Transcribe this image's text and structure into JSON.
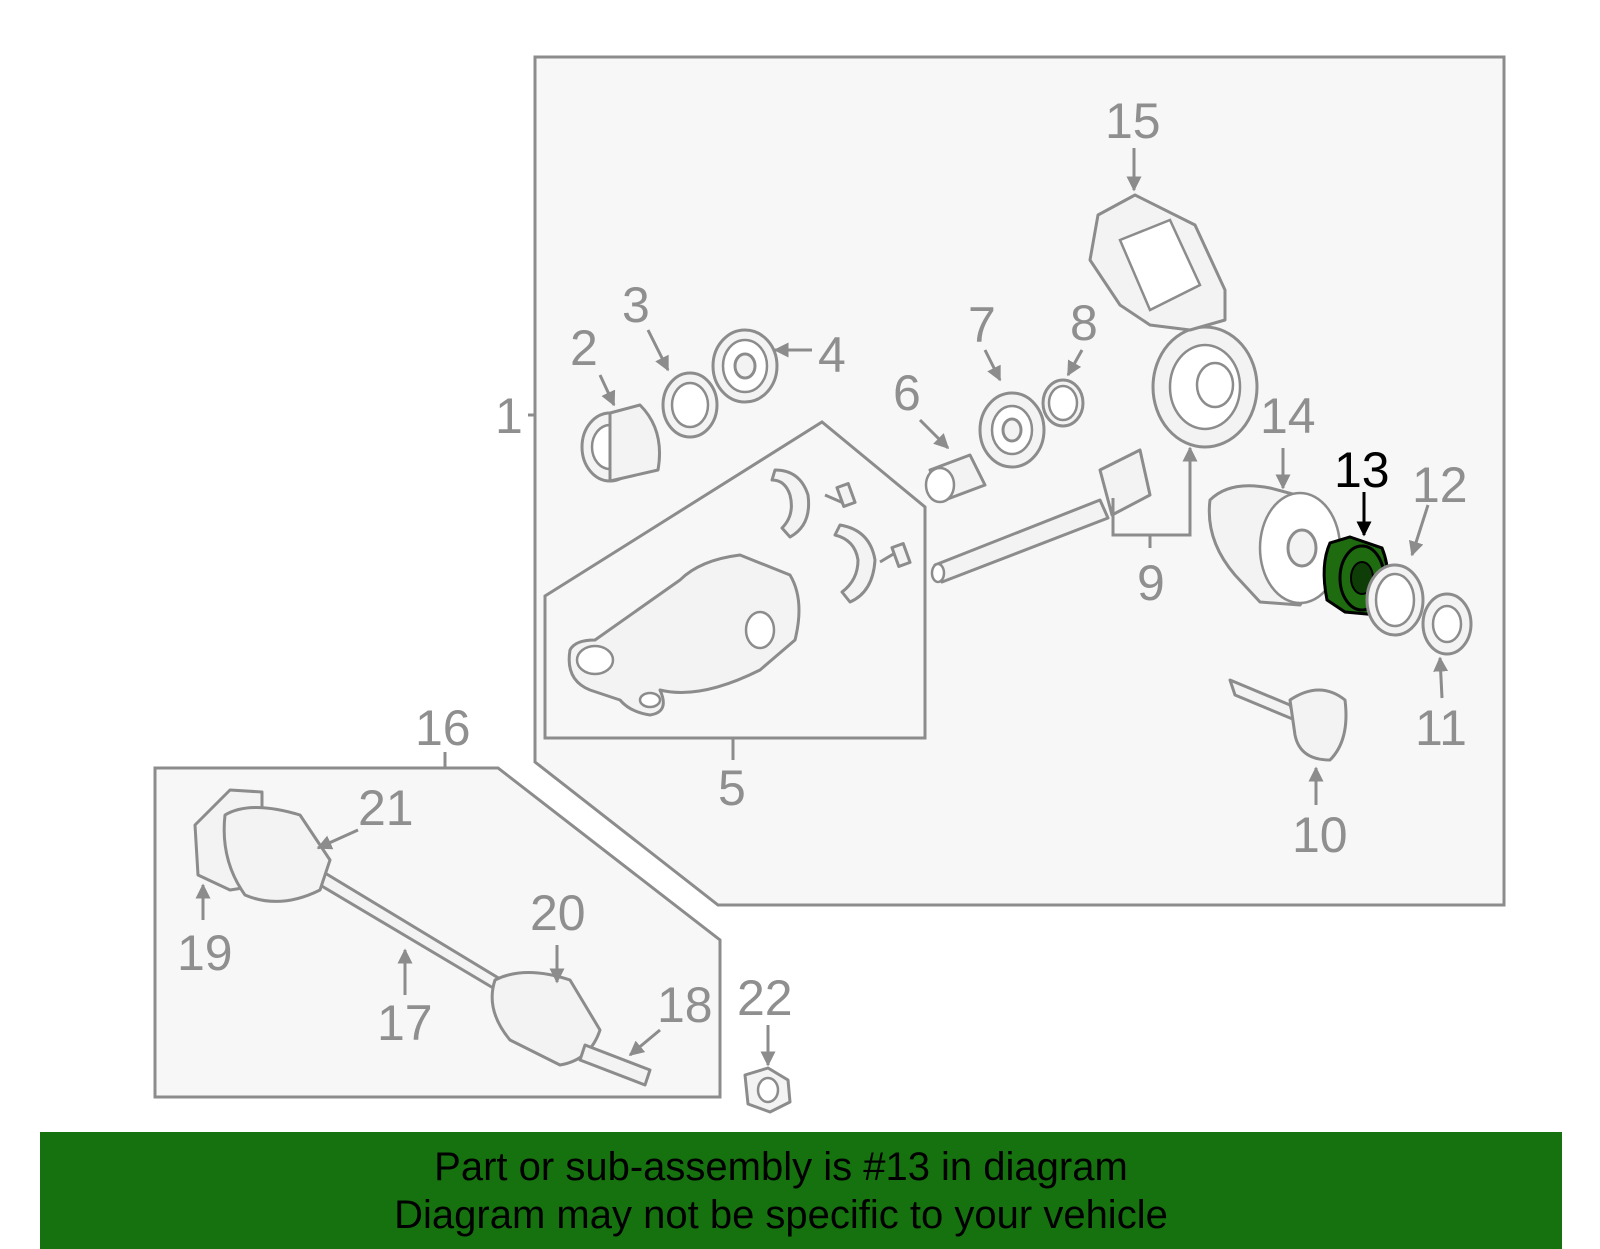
{
  "callouts": {
    "c1": "1",
    "c2": "2",
    "c3": "3",
    "c4": "4",
    "c5": "5",
    "c6": "6",
    "c7": "7",
    "c8": "8",
    "c9": "9",
    "c10": "10",
    "c11": "11",
    "c12": "12",
    "c13": "13",
    "c14": "14",
    "c15": "15",
    "c16": "16",
    "c17": "17",
    "c18": "18",
    "c19": "19",
    "c20": "20",
    "c21": "21",
    "c22": "22"
  },
  "highlighted_part": "13",
  "highlight_color": "#16720f",
  "banner": {
    "line1": "Part or sub-assembly is #13 in diagram",
    "line2": "Diagram may not be specific to your vehicle"
  }
}
